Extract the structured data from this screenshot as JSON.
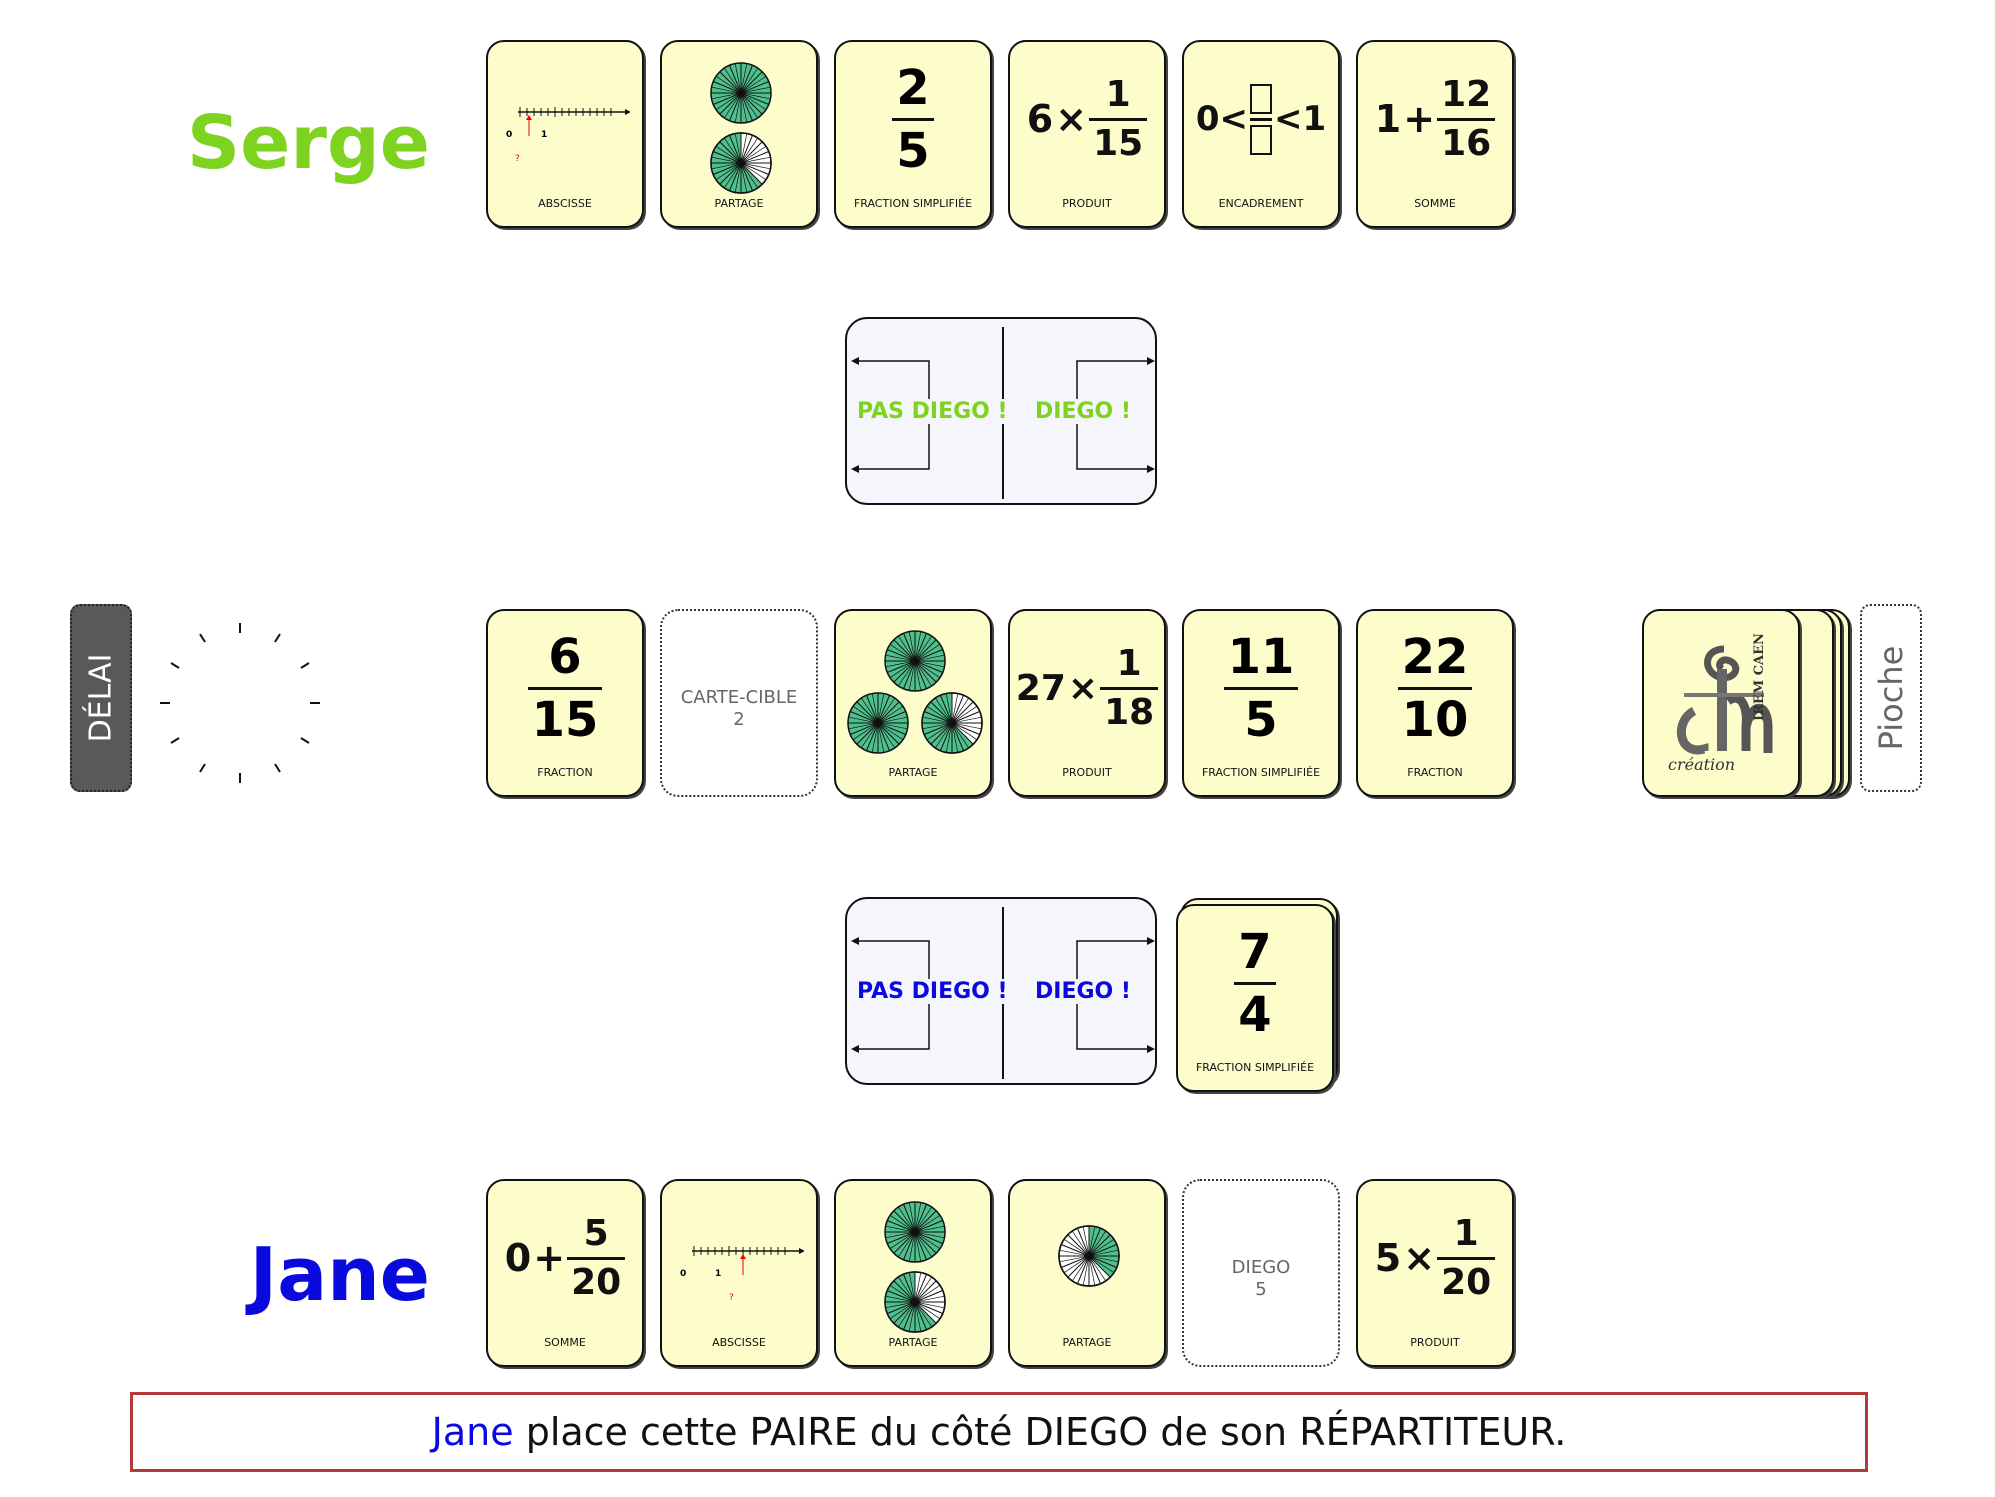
{
  "players": {
    "top": {
      "name": "Serge",
      "color": "#7ed321"
    },
    "bottom": {
      "name": "Jane",
      "color": "#0a0adf"
    }
  },
  "top_hand": [
    {
      "label": "ABSCISSE",
      "kind": "numberline",
      "ticks": [
        "0",
        "1",
        "?"
      ]
    },
    {
      "label": "PARTAGE",
      "kind": "pies"
    },
    {
      "label": "FRACTION SIMPLIFIÉE",
      "kind": "fraction",
      "num": "2",
      "den": "5"
    },
    {
      "label": "PRODUIT",
      "kind": "product",
      "factor": "6",
      "op": "×",
      "num": "1",
      "den": "15"
    },
    {
      "label": "ENCADREMENT",
      "kind": "bound",
      "left": "0<",
      "right": "<1"
    },
    {
      "label": "SOMME",
      "kind": "sum",
      "term": "1",
      "op": "+",
      "num": "12",
      "den": "16"
    }
  ],
  "top_dispatcher": {
    "left": "PAS DIEGO !",
    "right": "DIEGO !",
    "color": "#7ed321"
  },
  "middle_row": [
    {
      "label": "FRACTION",
      "num": "6",
      "den": "15"
    },
    {
      "label": "",
      "empty_line1": "CARTE-CIBLE",
      "empty_line2": "2"
    },
    {
      "label": "PARTAGE"
    },
    {
      "label": "PRODUIT",
      "factor": "27",
      "op": "×",
      "num": "1",
      "den": "18"
    },
    {
      "label": "FRACTION SIMPLIFIÉE",
      "num": "11",
      "den": "5"
    },
    {
      "label": "FRACTION",
      "num": "22",
      "den": "10"
    }
  ],
  "timer": {
    "label": "DÉLAI"
  },
  "deck": {
    "label": "Pioche",
    "logo_top": "IREM CAEN",
    "logo_bottom": "création"
  },
  "bottom_dispatcher": {
    "left": "PAS DIEGO !",
    "right": "DIEGO !",
    "color": "#0a0adf"
  },
  "bottom_pile": {
    "label": "FRACTION SIMPLIFIÉE",
    "num": "7",
    "den": "4"
  },
  "bottom_hand": [
    {
      "label": "SOMME",
      "term": "0",
      "op": "+",
      "num": "5",
      "den": "20"
    },
    {
      "label": "ABSCISSE",
      "ticks": [
        "0",
        "1",
        "?"
      ]
    },
    {
      "label": "PARTAGE"
    },
    {
      "label": "PARTAGE"
    },
    {
      "label": "",
      "empty_line1": "DIEGO",
      "empty_line2": "5"
    },
    {
      "label": "PRODUIT",
      "factor": "5",
      "op": "×",
      "num": "1",
      "den": "20"
    }
  ],
  "message": {
    "name": "Jane",
    "text": " place cette PAIRE du côté DIEGO de son RÉPARTITEUR."
  }
}
